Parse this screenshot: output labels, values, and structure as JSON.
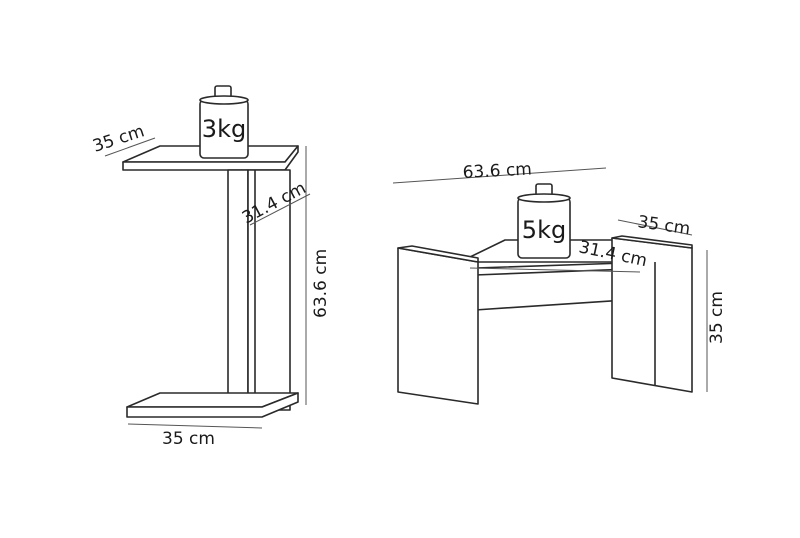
{
  "side_table": {
    "width_top": "35 cm",
    "width_bottom": "35 cm",
    "depth": "31.4 cm",
    "height": "63.6 cm",
    "load": "3kg"
  },
  "coffee_table": {
    "length": "63.6 cm",
    "width": "35 cm",
    "depth": "31.4 cm",
    "height": "35 cm",
    "load": "5kg"
  }
}
